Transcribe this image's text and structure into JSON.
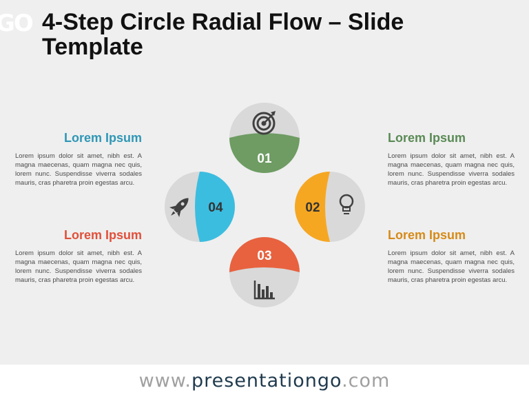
{
  "logo_text": "GO",
  "title": "4-Step Circle Radial Flow – Slide Template",
  "steps": [
    {
      "number": "01",
      "heading": "Lorem Ipsum",
      "body": "Lorem ipsum dolor sit amet, nibh est. A magna maecenas, quam magna nec quis, lorem nunc. Suspendisse viverra sodales mauris, cras pharetra proin egestas arcu.",
      "color": "#6e9c63",
      "icon": "target-icon"
    },
    {
      "number": "02",
      "heading": "Lorem Ipsum",
      "body": "Lorem ipsum dolor sit amet, nibh est. A magna maecenas, quam magna nec quis, lorem nunc. Suspendisse viverra sodales mauris, cras pharetra proin egestas arcu.",
      "color": "#f6a722",
      "icon": "lightbulb-icon"
    },
    {
      "number": "03",
      "heading": "Lorem Ipsum",
      "body": "Lorem ipsum dolor sit amet, nibh est. A magna maecenas, quam magna nec quis, lorem nunc. Suspendisse viverra sodales mauris, cras pharetra proin egestas arcu.",
      "color": "#e8623f",
      "icon": "bar-chart-icon"
    },
    {
      "number": "04",
      "heading": "Lorem Ipsum",
      "body": "Lorem ipsum dolor sit amet, nibh est. A magna maecenas, quam magna nec quis, lorem nunc. Suspendisse viverra sodales mauris, cras pharetra proin egestas arcu.",
      "color": "#3bbde0",
      "icon": "rocket-icon"
    }
  ],
  "heading_colors": {
    "step1": "#5a8a55",
    "step2": "#d68a18",
    "step3": "#e0503a",
    "step4": "#2f97b6"
  },
  "footer": {
    "prefix": "www.",
    "brand": "presentationgo",
    "suffix": ".com"
  }
}
